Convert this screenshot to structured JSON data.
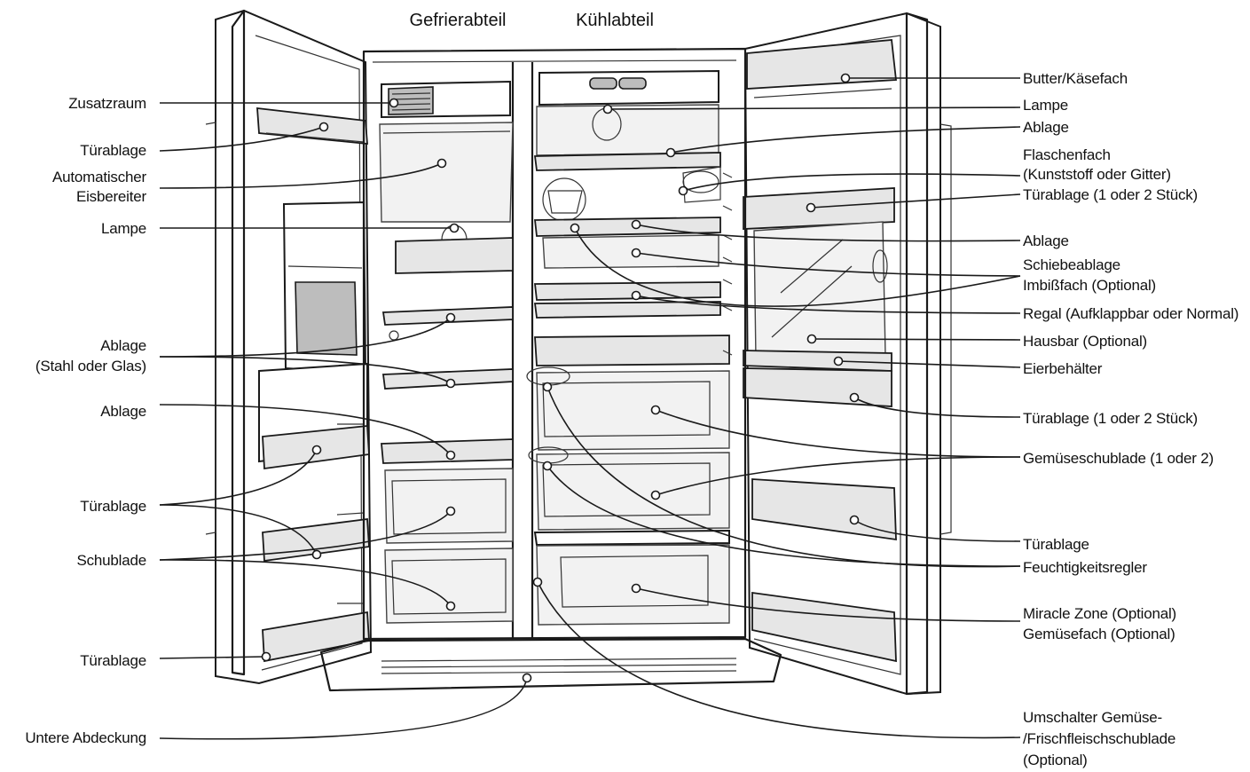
{
  "headers": {
    "freezer": "Gefrierabteil",
    "fridge": "Kühlabteil"
  },
  "labels": {
    "left": [
      "Zusatzraum",
      "Türablage",
      "Automatischer",
      "Eisbereiter",
      "Lampe",
      "Ablage",
      "(Stahl oder Glas)",
      "Ablage",
      "Türablage",
      "Schublade",
      "Türablage",
      "Untere Abdeckung"
    ],
    "right": [
      "Butter/Käsefach",
      "Lampe",
      "Ablage",
      "Flaschenfach",
      "(Kunststoff oder Gitter)",
      "Türablage (1 oder 2 Stück)",
      "Ablage",
      "Schiebeablage",
      "Imbißfach (Optional)",
      "Regal (Aufklappbar oder Normal)",
      "Hausbar (Optional)",
      "Eierbehälter",
      "Türablage (1 oder 2 Stück)",
      "Gemüseschublade (1 oder 2)",
      "Türablage",
      "Feuchtigkeitsregler",
      "Miracle Zone (Optional)",
      "Gemüsefach (Optional)",
      "Umschalter Gemüse-",
      "/Frischfleischschublade",
      "(Optional)"
    ]
  }
}
